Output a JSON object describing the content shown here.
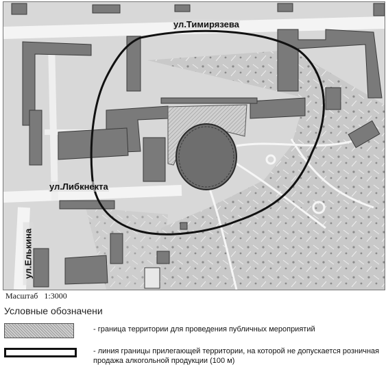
{
  "map": {
    "streets": {
      "timiryazeva": "ул.Тимирязева",
      "libknekhta": "ул.Либкнекта",
      "elkina": "ул.Елькина"
    }
  },
  "scale": {
    "label": "Масштаб",
    "value": "1:3000"
  },
  "legend": {
    "title": "Условные обозначени",
    "items": [
      {
        "text": "- граница территории для проведения публичных мероприятий"
      },
      {
        "text": "- линия границы прилегающей территории, на которой не допускается розничная продажа алкогольной продукции (100 м)"
      }
    ]
  }
}
